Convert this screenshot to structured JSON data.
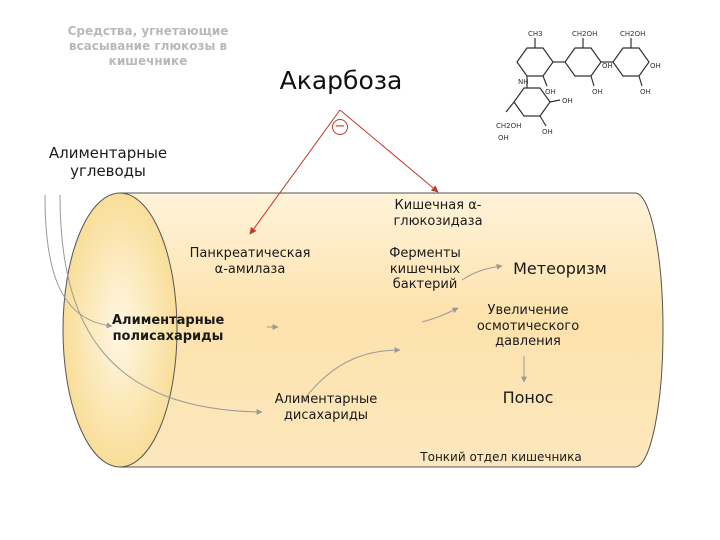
{
  "slide_title": "Средства, угнетающие всасывание глюкозы в кишечнике",
  "drug": {
    "name": "Акарбоза",
    "inhibit_sign": "−"
  },
  "structure": {
    "labels": [
      "CH3",
      "CH2OH",
      "CH2OH",
      "CH2OH",
      "OH",
      "OH",
      "OH",
      "NH",
      "OH",
      "OH",
      "OH",
      "OH",
      "OH"
    ]
  },
  "dietary_carbs": "Алиментарные углеводы",
  "intestine": {
    "label": "Тонкий отдел кишечника",
    "fill": "#fde3ae",
    "outline": "#555555",
    "nodes": {
      "intestinal_glucosidase": "Кишечная α-глюкозидаза",
      "pancreatic_amylase": "Панкреатическая α-амилаза",
      "bacterial_enzymes": "Ферменты кишечных бактерий",
      "meteorism": "Метеоризм",
      "osmotic_pressure": "Увеличение осмотического давления",
      "polysaccharides": "Алиментарные полисахариды",
      "disaccharides": "Алиментарные дисахариды",
      "diarrhea": "Понос"
    }
  },
  "colors": {
    "inhibition_arrow": "#c0392b",
    "flow_arrow": "#aaaaaa",
    "title_gray": "#b9b9b9"
  }
}
